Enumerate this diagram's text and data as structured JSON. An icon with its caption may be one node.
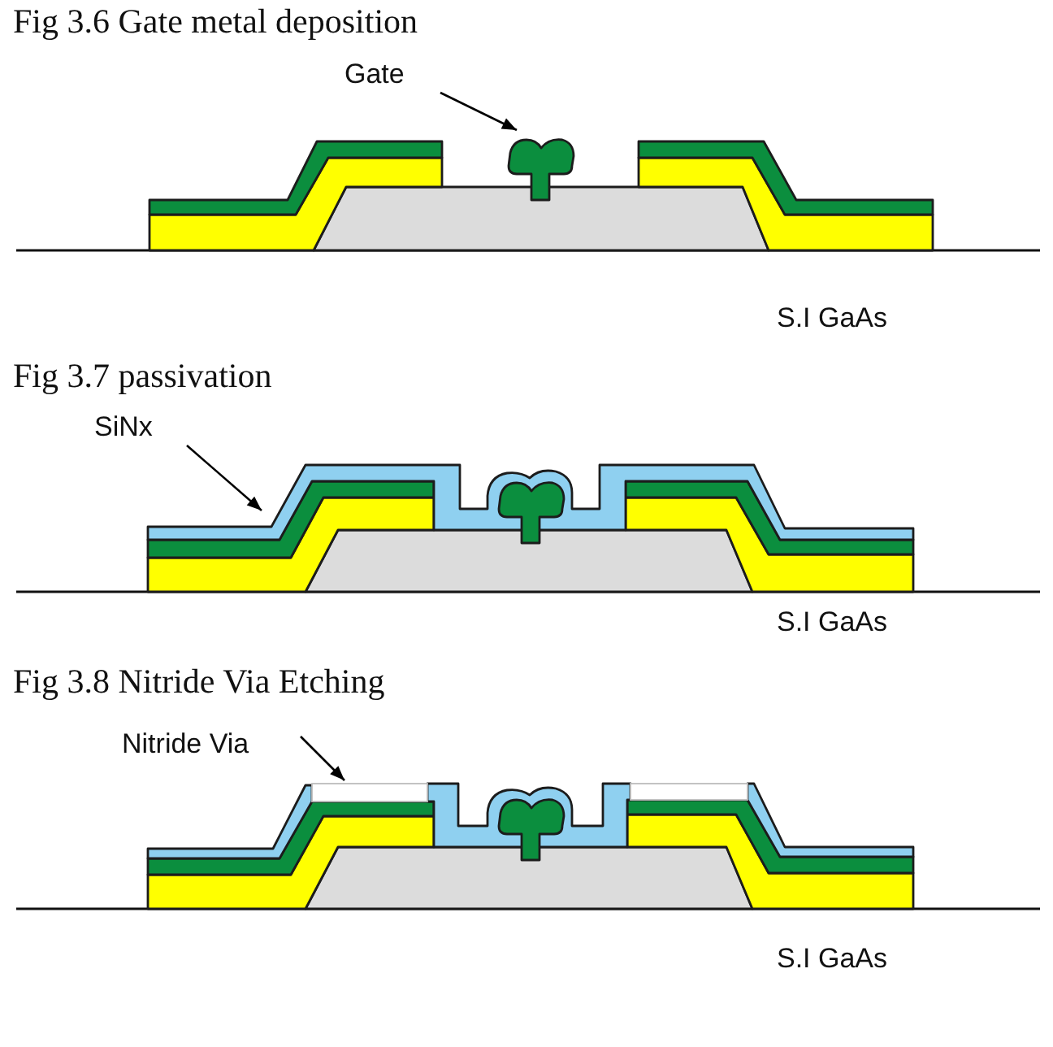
{
  "diagram": {
    "nodes": [
      {
        "text": [
          "Gate"
        ]
      },
      {
        "text": [],
        "shape": "picture"
      },
      {
        "text": [
          "SiNx"
        ]
      },
      {
        "text": [],
        "shape": "bar"
      },
      {
        "text": [
          "Nitride Via"
        ]
      },
      {
        "text": [],
        "shape": "box"
      }
    ],
    "edges": [
      {
        "from": 0,
        "to": 1,
        "arrow": "to"
      },
      {
        "from": 2,
        "to": 3,
        "arrow": "to"
      },
      {
        "from": 4,
        "to": 5,
        "arrow": "to"
      }
    ],
    "labels": [
      "Fig 3.6 Gate metal deposition",
      "S.I GaAs",
      "Fig 3.7 passivation",
      "S.I GaAs",
      "Fig 3.8 Nitride Via Etching",
      "S.I GaAs"
    ]
  }
}
